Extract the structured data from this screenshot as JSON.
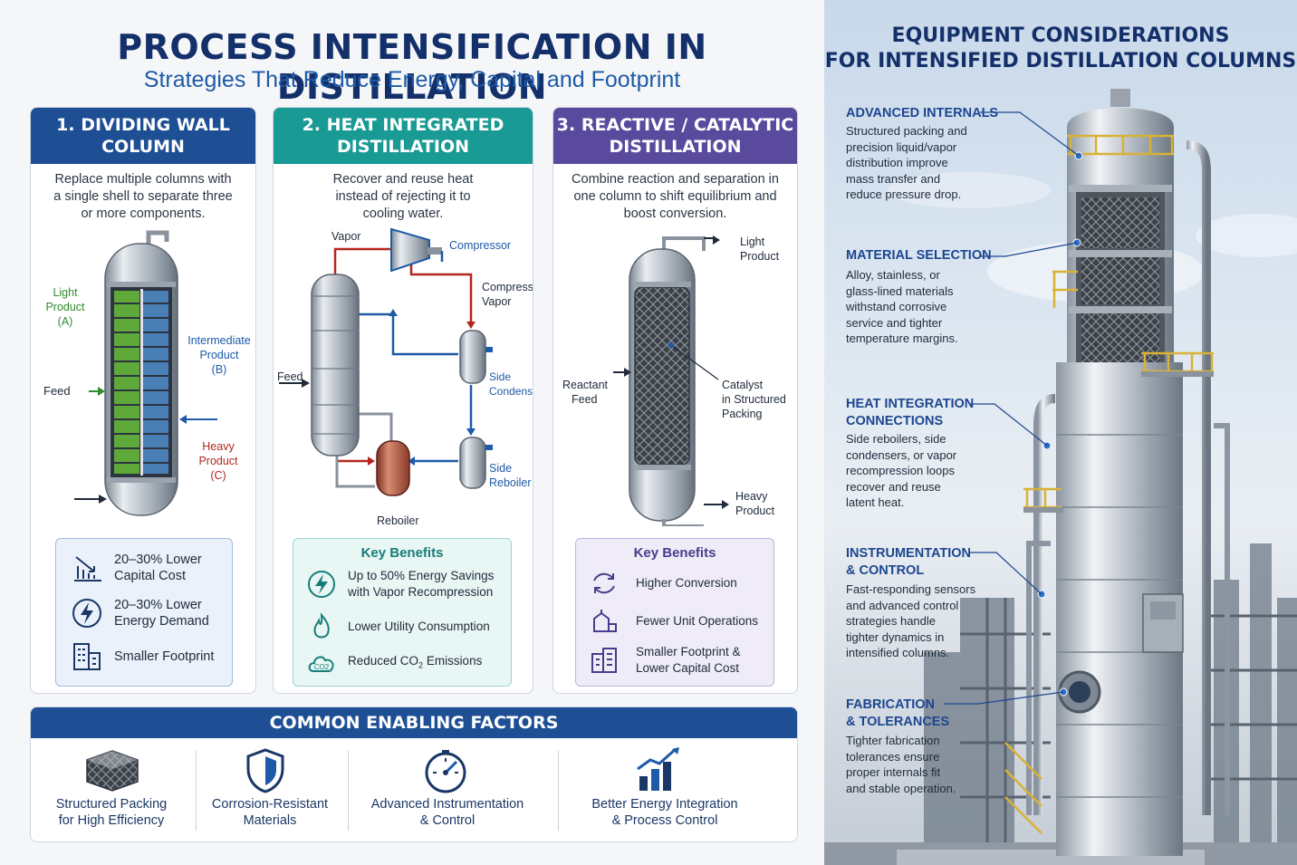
{
  "header": {
    "title": "PROCESS INTENSIFICATION IN DISTILLATION",
    "subtitle": "Strategies That Reduce Energy, Capital and Footprint"
  },
  "colors": {
    "navy": "#1e4f95",
    "teal": "#1a9a94",
    "purple": "#5a4a9e",
    "green": "#2e8b2e",
    "red": "#b3261e",
    "blue": "#1d5aa8"
  },
  "card1": {
    "title_l1": "1. DIVIDING WALL",
    "title_l2": "COLUMN",
    "desc": "Replace multiple columns with a single shell to separate three or more components.",
    "light_l1": "Light",
    "light_l2": "Product",
    "light_l3": "(A)",
    "inter_l1": "Intermediate",
    "inter_l2": "Product",
    "inter_l3": "(B)",
    "feed": "Feed",
    "heavy_l1": "Heavy",
    "heavy_l2": "Product",
    "heavy_l3": "(C)",
    "benefits": [
      {
        "l1": "20–30% Lower",
        "l2": "Capital Cost",
        "icon": "chart-down-icon"
      },
      {
        "l1": "20–30% Lower",
        "l2": "Energy Demand",
        "icon": "lightning-icon"
      },
      {
        "l1": "Smaller Footprint",
        "l2": "",
        "icon": "building-icon"
      }
    ]
  },
  "card2": {
    "title_l1": "2. HEAT INTEGRATED",
    "title_l2": "DISTILLATION",
    "desc": "Recover and reuse heat instead of rejecting it to cooling water.",
    "vapor": "Vapor",
    "compressor": "Compressor",
    "compressed_l1": "Compressed",
    "compressed_l2": "Vapor",
    "feed": "Feed",
    "side_condenser_l1": "Side",
    "side_condenser_l2": "Condenser",
    "side_reboiler_l1": "Side",
    "side_reboiler_l2": "Reboiler",
    "reboiler": "Reboiler",
    "benefits_title": "Key Benefits",
    "benefits": [
      {
        "l1": "Up to 50% Energy Savings",
        "l2": "with Vapor Recompression"
      },
      {
        "l1": "Lower Utility Consumption",
        "l2": ""
      },
      {
        "l1": "Reduced CO",
        "sub": "2",
        "l3": " Emissions",
        "icon_text": "CO2"
      }
    ]
  },
  "card3": {
    "title_l1": "3. REACTIVE / CATALYTIC",
    "title_l2": "DISTILLATION",
    "desc": "Combine reaction and separation in one column to shift equilibrium and boost conversion.",
    "light_l1": "Light",
    "light_l2": "Product",
    "reactant_l1": "Reactant",
    "reactant_l2": "Feed",
    "catalyst_l1": "Catalyst",
    "catalyst_l2": "in Structured",
    "catalyst_l3": "Packing",
    "heavy_l1": "Heavy",
    "heavy_l2": "Product",
    "benefits_title": "Key Benefits",
    "benefits": [
      {
        "l1": "Higher Conversion",
        "l2": ""
      },
      {
        "l1": "Fewer Unit Operations",
        "l2": ""
      },
      {
        "l1": "Smaller Footprint &",
        "l2": "Lower Capital Cost"
      }
    ]
  },
  "factors": {
    "title": "COMMON ENABLING FACTORS",
    "items": [
      {
        "l1": "Structured Packing",
        "l2": "for High Efficiency",
        "icon": "packing-icon"
      },
      {
        "l1": "Corrosion-Resistant",
        "l2": "Materials",
        "icon": "shield-icon"
      },
      {
        "l1": "Advanced Instrumentation",
        "l2": "& Control",
        "icon": "gauge-icon"
      },
      {
        "l1": "Better Energy Integration",
        "l2": "& Process Control",
        "icon": "growth-chart-icon"
      }
    ]
  },
  "equipment": {
    "title_l1": "EQUIPMENT CONSIDERATIONS",
    "title_l2": "FOR INTENSIFIED DISTILLATION COLUMNS",
    "items": [
      {
        "h1": "ADVANCED INTERNALS",
        "h2": "",
        "d": [
          "Structured packing and",
          "precision liquid/vapor",
          "distribution improve",
          "mass transfer and",
          "reduce pressure drop."
        ]
      },
      {
        "h1": "MATERIAL SELECTION",
        "h2": "",
        "d": [
          "Alloy, stainless, or",
          "glass-lined materials",
          "withstand corrosive",
          "service and tighter",
          "temperature margins."
        ]
      },
      {
        "h1": "HEAT INTEGRATION",
        "h2": "CONNECTIONS",
        "d": [
          "Side reboilers, side",
          "condensers, or vapor",
          "recompression loops",
          "recover and reuse",
          "latent heat."
        ]
      },
      {
        "h1": "INSTRUMENTATION",
        "h2": "& CONTROL",
        "d": [
          "Fast-responding sensors",
          "and advanced control",
          "strategies handle",
          "tighter dynamics in",
          "intensified columns."
        ]
      },
      {
        "h1": "FABRICATION",
        "h2": "& TOLERANCES",
        "d": [
          "Tighter fabrication",
          "tolerances ensure",
          "proper internals fit",
          "and stable operation."
        ]
      }
    ]
  }
}
